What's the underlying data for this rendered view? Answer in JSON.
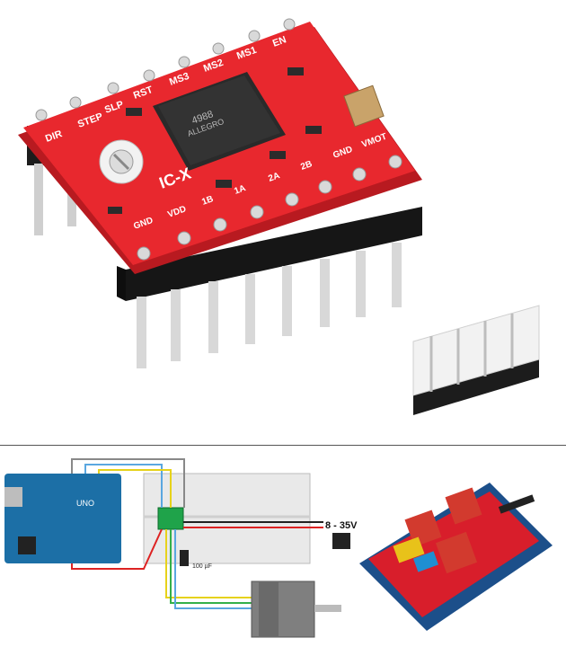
{
  "board": {
    "silk_left": [
      "DIR",
      "STEP",
      "SLP",
      "RST",
      "MS3",
      "MS2",
      "MS1",
      "EN"
    ],
    "silk_right": [
      "GND",
      "VDD",
      "1B",
      "1A",
      "2A",
      "2B",
      "GND",
      "VMOT"
    ],
    "chip_model": "4988",
    "chip_maker": "ALLEGRO",
    "brand_text": "IC-X",
    "colors": {
      "pcb": "#e8282e",
      "pcb_dark": "#b81a20",
      "header": "#1c1c1c",
      "pin": "#d8d8d8",
      "heatsink": "#f2f2f2"
    }
  },
  "wiring": {
    "voltage_label": "8 - 35V",
    "capacitor_label": "100 µF",
    "arduino_logo": "UNO",
    "colors": {
      "arduino": "#1c6fa6",
      "breadboard": "#e9e9e9",
      "driver": "#1fa34a",
      "motor": "#7f7f7f",
      "wire_red": "#d22",
      "wire_black": "#222",
      "wire_yellow": "#e6d21a",
      "wire_green": "#33b04a",
      "wire_blue": "#5aa7e0"
    }
  },
  "shield": {
    "colors": {
      "pcb": "#d81e2b",
      "arduino": "#1c4f8a",
      "driver_red": "#d23a2e",
      "driver_yellow": "#e8c21a",
      "connector_blue": "#1f8fd2"
    }
  }
}
